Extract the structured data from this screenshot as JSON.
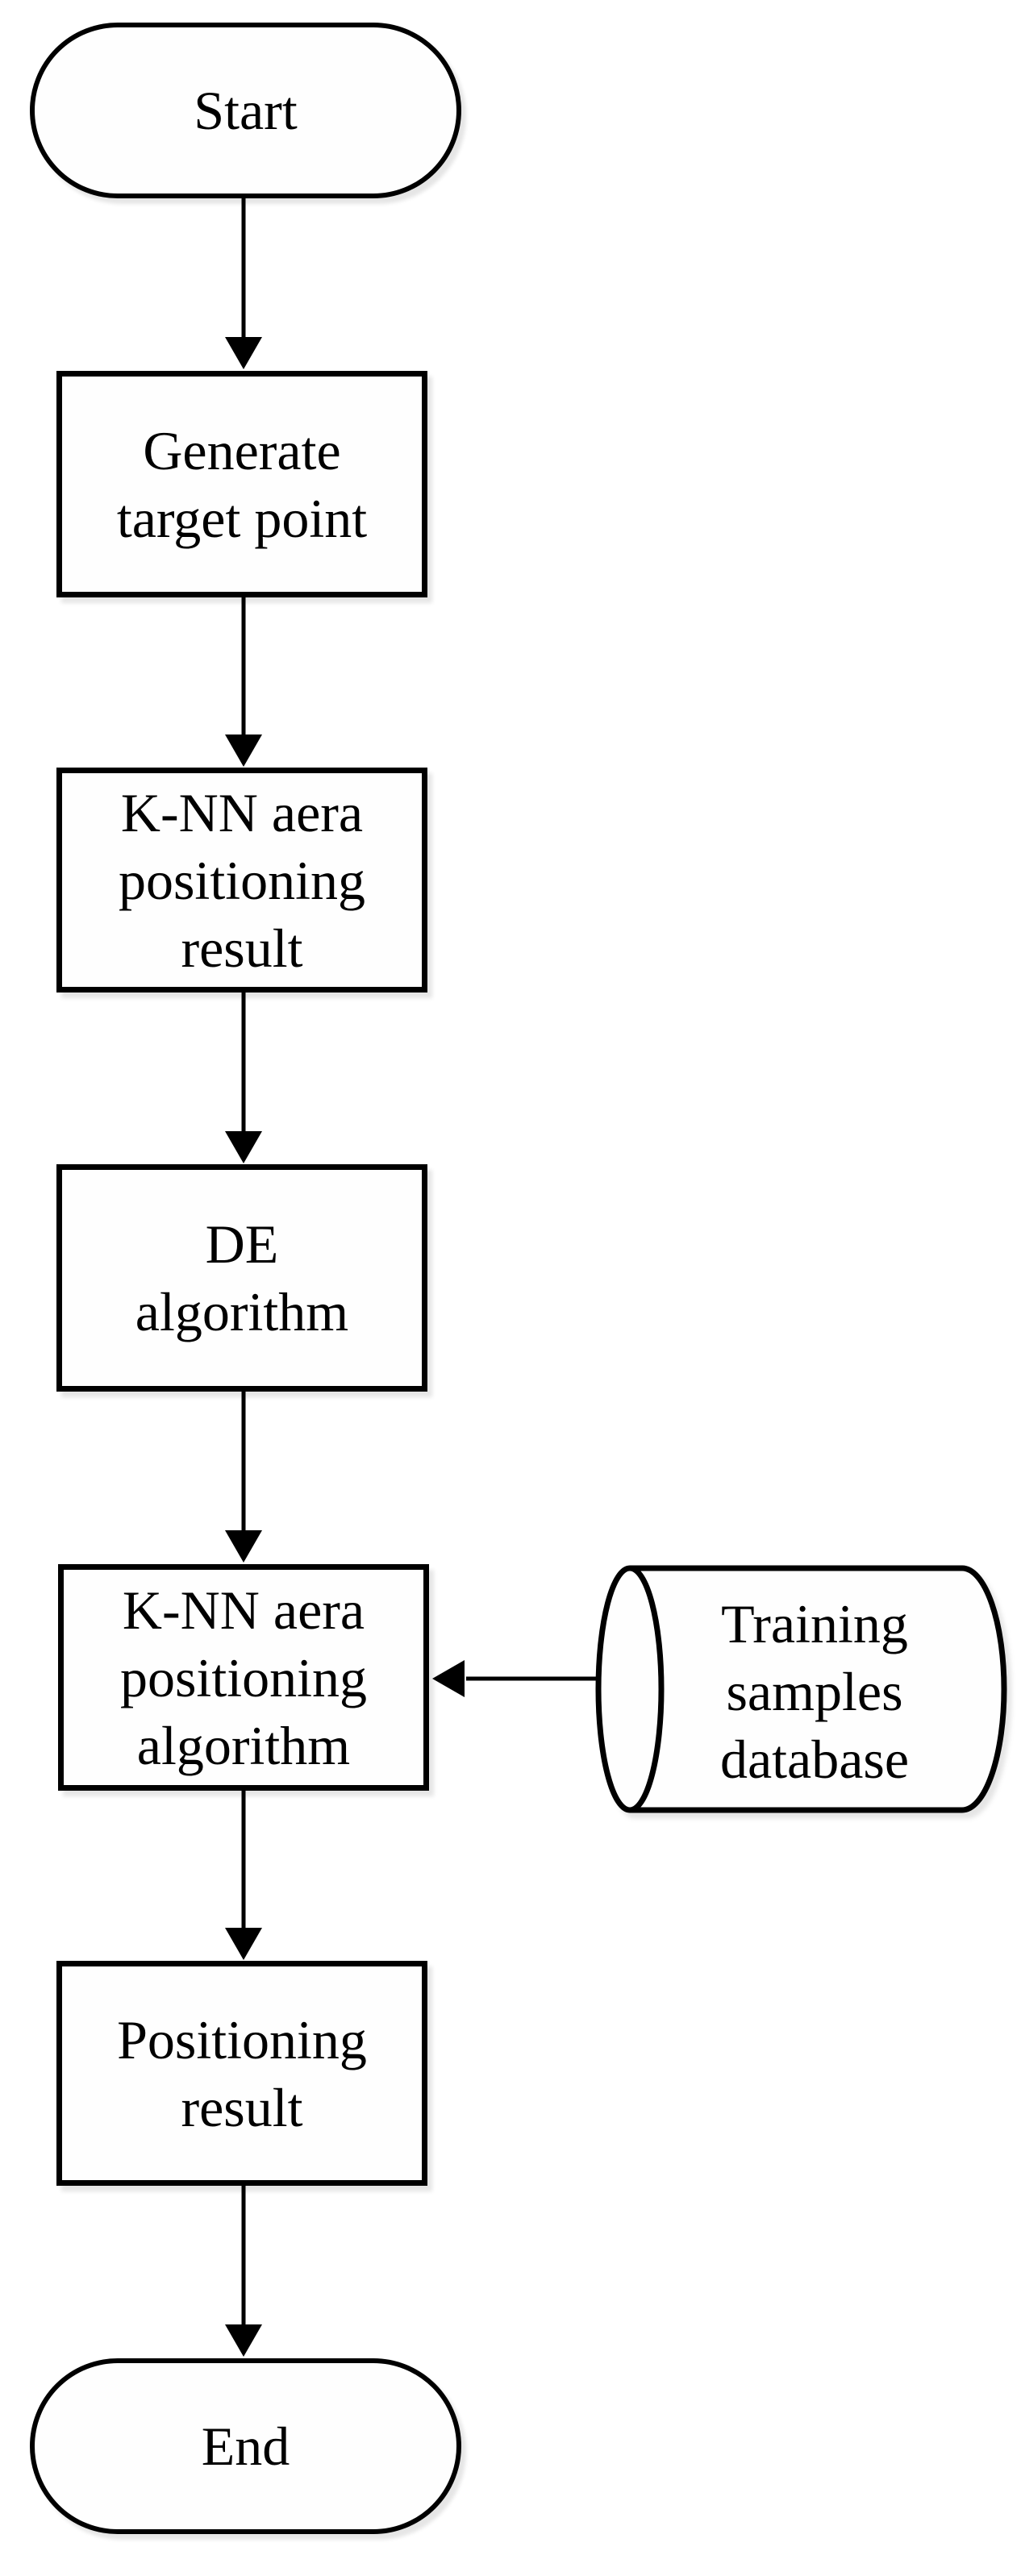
{
  "diagram": {
    "type": "flowchart",
    "colors": {
      "stroke": "#000000",
      "fill": "#fefefe",
      "text": "#000000",
      "background": "#ffffff"
    },
    "nodes": {
      "start": {
        "shape": "terminator",
        "label": "Start"
      },
      "generate_target_point": {
        "shape": "process",
        "lines": [
          "Generate",
          "target point"
        ]
      },
      "knn_aera_positioning_result": {
        "shape": "process",
        "lines": [
          "K-NN aera",
          "positioning",
          "result"
        ]
      },
      "de_algorithm": {
        "shape": "process",
        "lines": [
          "DE",
          "algorithm"
        ]
      },
      "knn_aera_positioning_algorithm": {
        "shape": "process",
        "lines": [
          "K-NN aera",
          "positioning",
          "algorithm"
        ]
      },
      "training_samples_database": {
        "shape": "database-cylinder",
        "lines": [
          "Training",
          "samples",
          "database"
        ]
      },
      "positioning_result": {
        "shape": "process",
        "lines": [
          "Positioning",
          "result"
        ]
      },
      "end": {
        "shape": "terminator",
        "label": "End"
      }
    },
    "edges": [
      {
        "from": "start",
        "to": "generate_target_point",
        "direction": "down"
      },
      {
        "from": "generate_target_point",
        "to": "knn_aera_positioning_result",
        "direction": "down"
      },
      {
        "from": "knn_aera_positioning_result",
        "to": "de_algorithm",
        "direction": "down"
      },
      {
        "from": "de_algorithm",
        "to": "knn_aera_positioning_algorithm",
        "direction": "down"
      },
      {
        "from": "training_samples_database",
        "to": "knn_aera_positioning_algorithm",
        "direction": "left"
      },
      {
        "from": "knn_aera_positioning_algorithm",
        "to": "positioning_result",
        "direction": "down"
      },
      {
        "from": "positioning_result",
        "to": "end",
        "direction": "down"
      }
    ]
  }
}
